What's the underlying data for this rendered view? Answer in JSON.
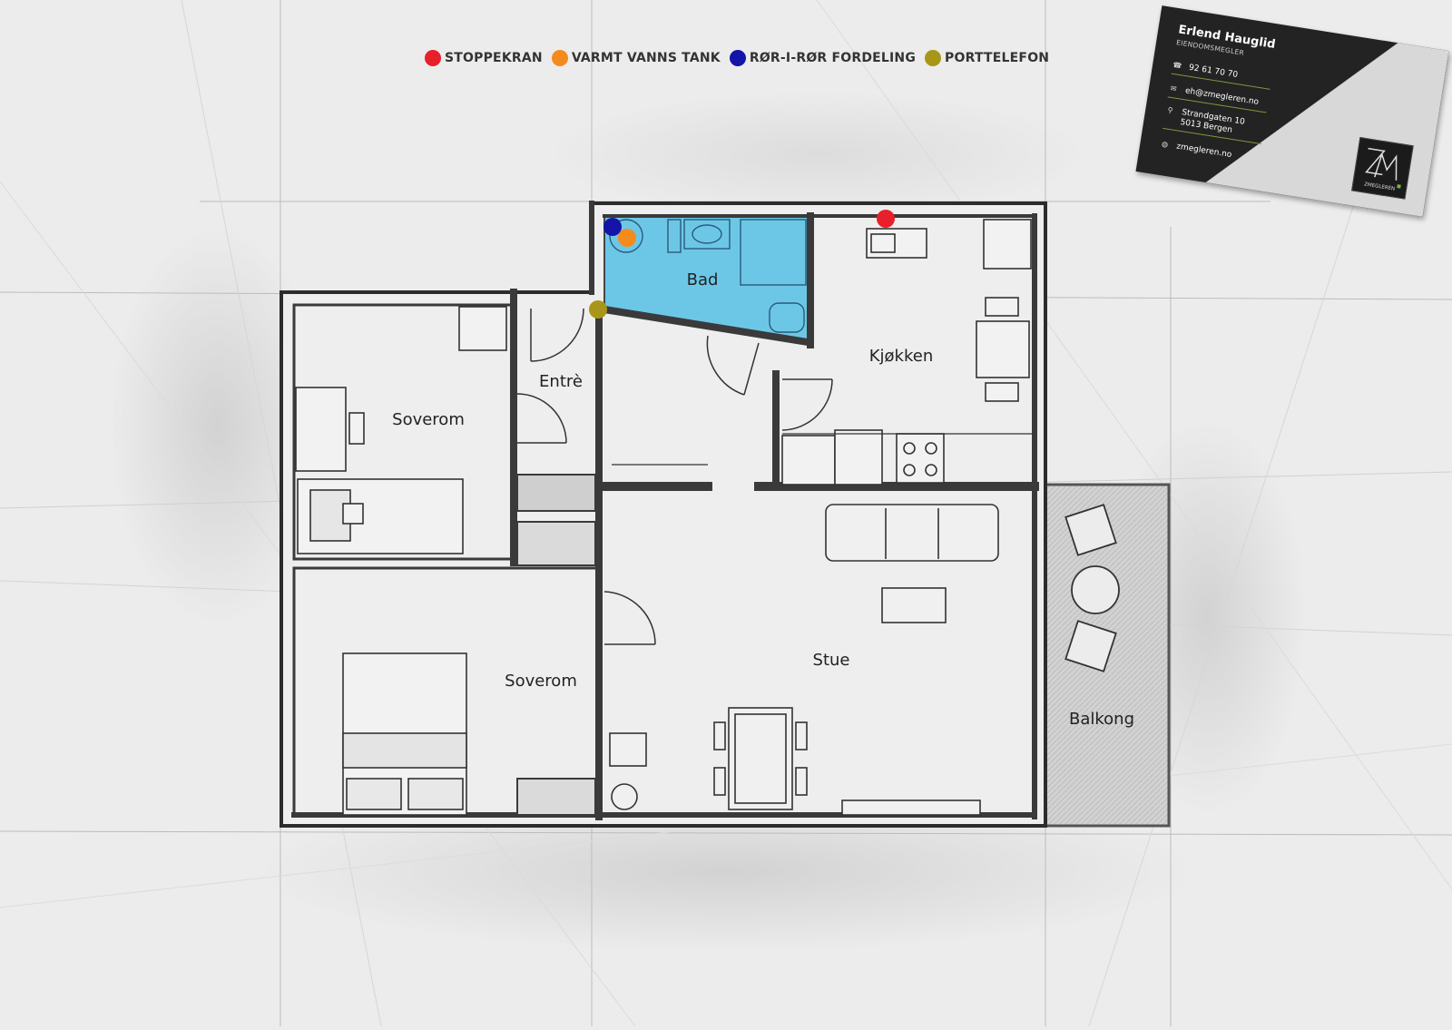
{
  "legend": [
    {
      "label": "STOPPEKRAN",
      "color": "#e8202a"
    },
    {
      "label": "VARMT VANNS TANK",
      "color": "#f58a1f"
    },
    {
      "label": "RØR-I-RØR FORDELING",
      "color": "#1414a8"
    },
    {
      "label": "PORTTELEFON",
      "color": "#a89618"
    }
  ],
  "rooms": {
    "bad": "Bad",
    "entre": "Entrè",
    "kjokken": "Kjøkken",
    "soverom_1": "Soverom",
    "soverom_2": "Soverom",
    "stue": "Stue",
    "balkong": "Balkong"
  },
  "bathroom_highlight_color": "#5bc2e7",
  "card": {
    "name": "Erlend Hauglid",
    "title": "EIENDOMSMEGLER",
    "phone": "92 61 70 70",
    "email": "eh@zmegleren.no",
    "address_line1": "Strandgaten 10",
    "address_line2": "5013 Bergen",
    "web": "zmegleren.no",
    "logo_text": "ZMEGLEREN",
    "accent_color": "#7cb342",
    "icons": [
      "phone-icon",
      "mail-icon",
      "location-pin-icon",
      "globe-icon"
    ]
  }
}
